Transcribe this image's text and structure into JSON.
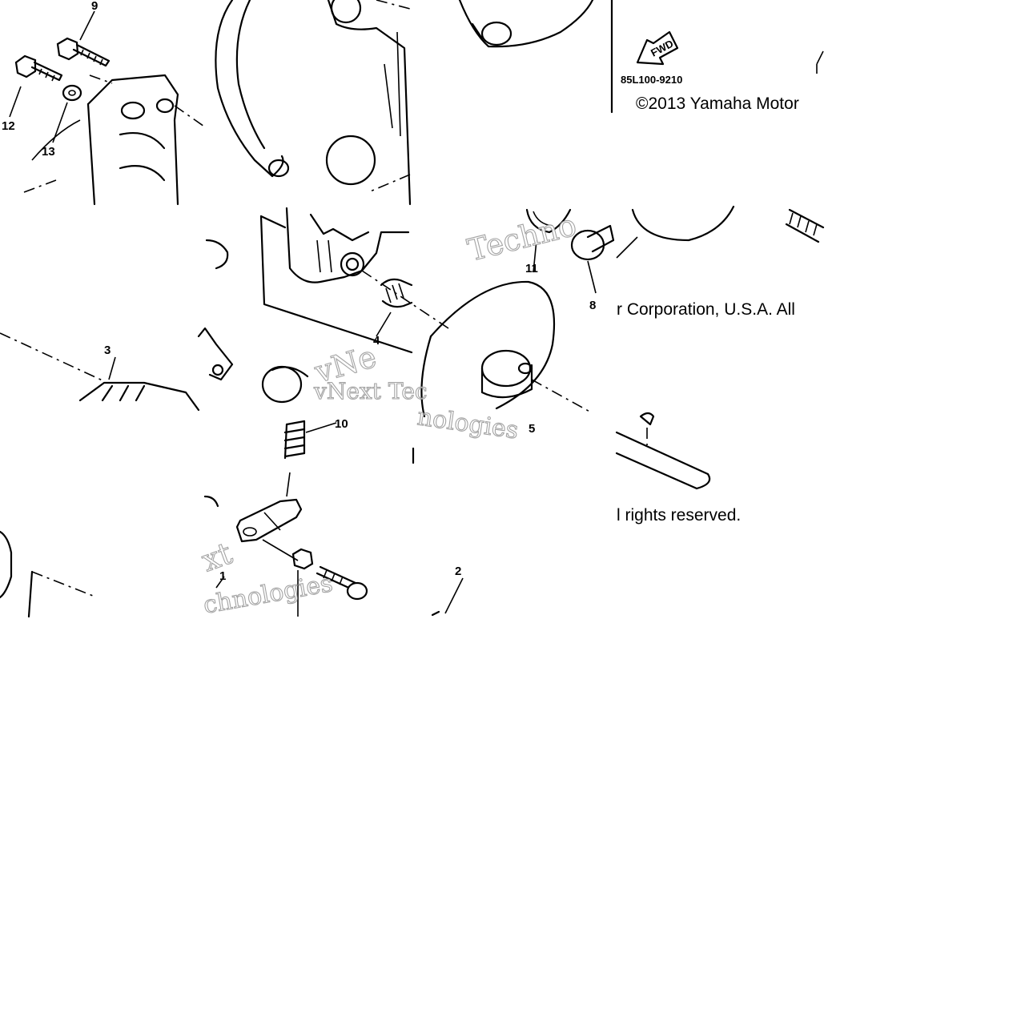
{
  "diagram": {
    "part_code": "85L100-9210",
    "fwd_label": "FWD",
    "copyright_tiles": {
      "line1": "©2013 Yamaha Motor",
      "line2": "r Corporation, U.S.A. All",
      "line3": "l rights reserved."
    },
    "callouts": {
      "c9": "9",
      "c12": "12",
      "c13": "13",
      "c3": "3",
      "c4": "4",
      "c11": "11",
      "c8": "8",
      "c5": "5",
      "c10": "10",
      "c2": "2",
      "c1": "1"
    },
    "watermarks": {
      "w1": "Techno",
      "w2": "vNe",
      "w3": "vNext Tec",
      "w4": "nologies",
      "w5": "xt",
      "w6": "chnologies"
    }
  }
}
